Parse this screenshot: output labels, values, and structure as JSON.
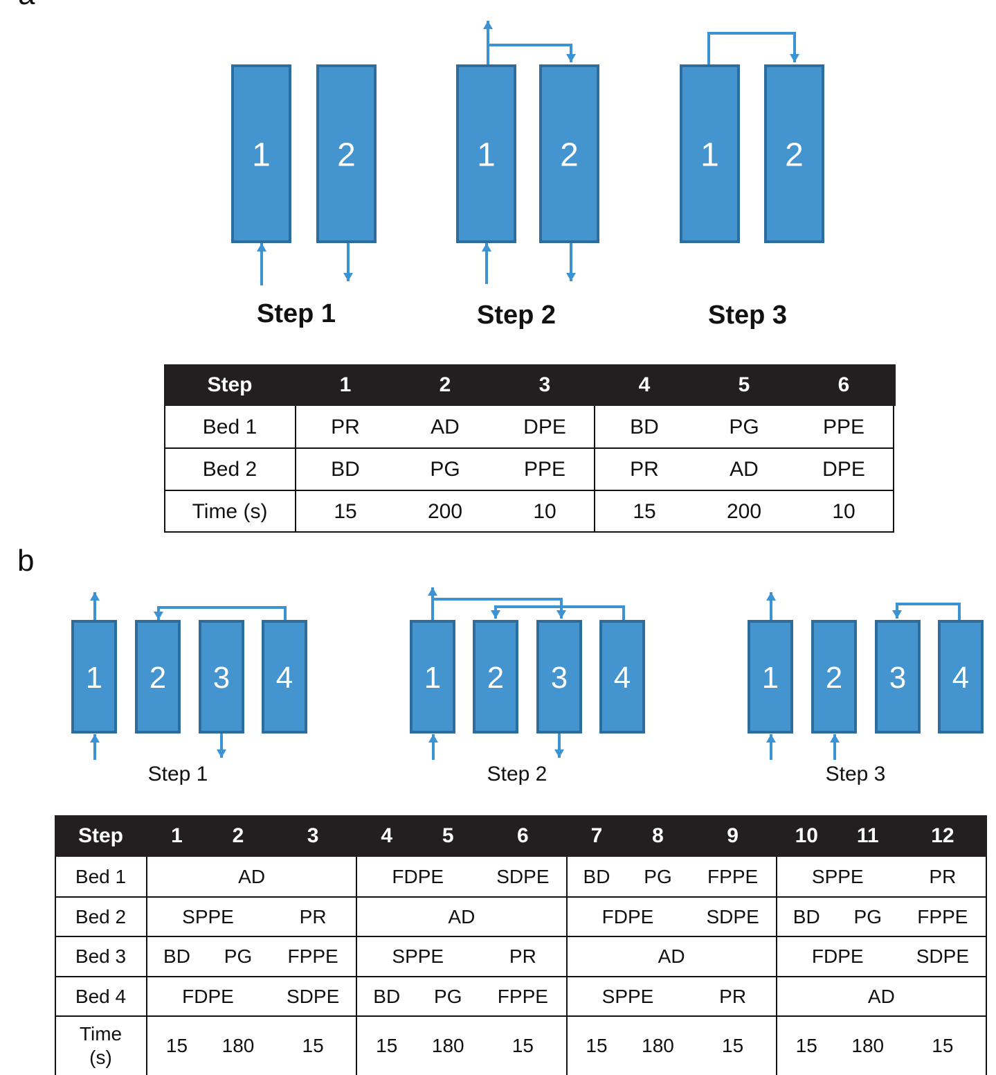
{
  "colors": {
    "bed_fill": "#4394cf",
    "bed_border": "#2e6c9c",
    "arrow": "#3b93d3",
    "header_bg": "#231f20"
  },
  "panel_a": {
    "label": "a",
    "steps": [
      {
        "label": "Step 1",
        "beds": [
          "1",
          "2"
        ]
      },
      {
        "label": "Step 2",
        "beds": [
          "1",
          "2"
        ]
      },
      {
        "label": "Step 3",
        "beds": [
          "1",
          "2"
        ]
      }
    ],
    "table": {
      "header": [
        "Step",
        "1",
        "2",
        "3",
        "4",
        "5",
        "6"
      ],
      "rows": [
        {
          "label": "Bed 1",
          "cells": [
            "PR",
            "AD",
            "DPE",
            "BD",
            "PG",
            "PPE"
          ]
        },
        {
          "label": "Bed 2",
          "cells": [
            "BD",
            "PG",
            "PPE",
            "PR",
            "AD",
            "DPE"
          ]
        },
        {
          "label": "Time (s)",
          "cells": [
            "15",
            "200",
            "10",
            "15",
            "200",
            "10"
          ]
        }
      ]
    }
  },
  "panel_b": {
    "label": "b",
    "steps": [
      {
        "label": "Step 1",
        "beds": [
          "1",
          "2",
          "3",
          "4"
        ]
      },
      {
        "label": "Step 2",
        "beds": [
          "1",
          "2",
          "3",
          "4"
        ]
      },
      {
        "label": "Step 3",
        "beds": [
          "1",
          "2",
          "3",
          "4"
        ]
      }
    ],
    "table": {
      "header": [
        "Step",
        "1",
        "2",
        "3",
        "4",
        "5",
        "6",
        "7",
        "8",
        "9",
        "10",
        "11",
        "12"
      ],
      "rows": [
        {
          "label": "Bed 1",
          "cells": [
            {
              "text": "AD",
              "span": 3
            },
            {
              "text": "FDPE",
              "span": 2
            },
            {
              "text": "SDPE",
              "span": 1
            },
            {
              "text": "BD",
              "span": 1
            },
            {
              "text": "PG",
              "span": 1
            },
            {
              "text": "FPPE",
              "span": 1
            },
            {
              "text": "SPPE",
              "span": 2
            },
            {
              "text": "PR",
              "span": 1
            }
          ]
        },
        {
          "label": "Bed 2",
          "cells": [
            {
              "text": "SPPE",
              "span": 2
            },
            {
              "text": "PR",
              "span": 1
            },
            {
              "text": "AD",
              "span": 3
            },
            {
              "text": "FDPE",
              "span": 2
            },
            {
              "text": "SDPE",
              "span": 1
            },
            {
              "text": "BD",
              "span": 1
            },
            {
              "text": "PG",
              "span": 1
            },
            {
              "text": "FPPE",
              "span": 1
            }
          ]
        },
        {
          "label": "Bed 3",
          "cells": [
            {
              "text": "BD",
              "span": 1
            },
            {
              "text": "PG",
              "span": 1
            },
            {
              "text": "FPPE",
              "span": 1
            },
            {
              "text": "SPPE",
              "span": 2
            },
            {
              "text": "PR",
              "span": 1
            },
            {
              "text": "AD",
              "span": 3
            },
            {
              "text": "FDPE",
              "span": 2
            },
            {
              "text": "SDPE",
              "span": 1
            }
          ]
        },
        {
          "label": "Bed 4",
          "cells": [
            {
              "text": "FDPE",
              "span": 2
            },
            {
              "text": "SDPE",
              "span": 1
            },
            {
              "text": "BD",
              "span": 1
            },
            {
              "text": "PG",
              "span": 1
            },
            {
              "text": "FPPE",
              "span": 1
            },
            {
              "text": "SPPE",
              "span": 2
            },
            {
              "text": "PR",
              "span": 1
            },
            {
              "text": "AD",
              "span": 3
            }
          ]
        },
        {
          "label": "Time (s)",
          "cells": [
            {
              "text": "15",
              "span": 1
            },
            {
              "text": "180",
              "span": 1
            },
            {
              "text": "15",
              "span": 1
            },
            {
              "text": "15",
              "span": 1
            },
            {
              "text": "180",
              "span": 1
            },
            {
              "text": "15",
              "span": 1
            },
            {
              "text": "15",
              "span": 1
            },
            {
              "text": "180",
              "span": 1
            },
            {
              "text": "15",
              "span": 1
            },
            {
              "text": "15",
              "span": 1
            },
            {
              "text": "180",
              "span": 1
            },
            {
              "text": "15",
              "span": 1
            }
          ]
        }
      ]
    }
  }
}
